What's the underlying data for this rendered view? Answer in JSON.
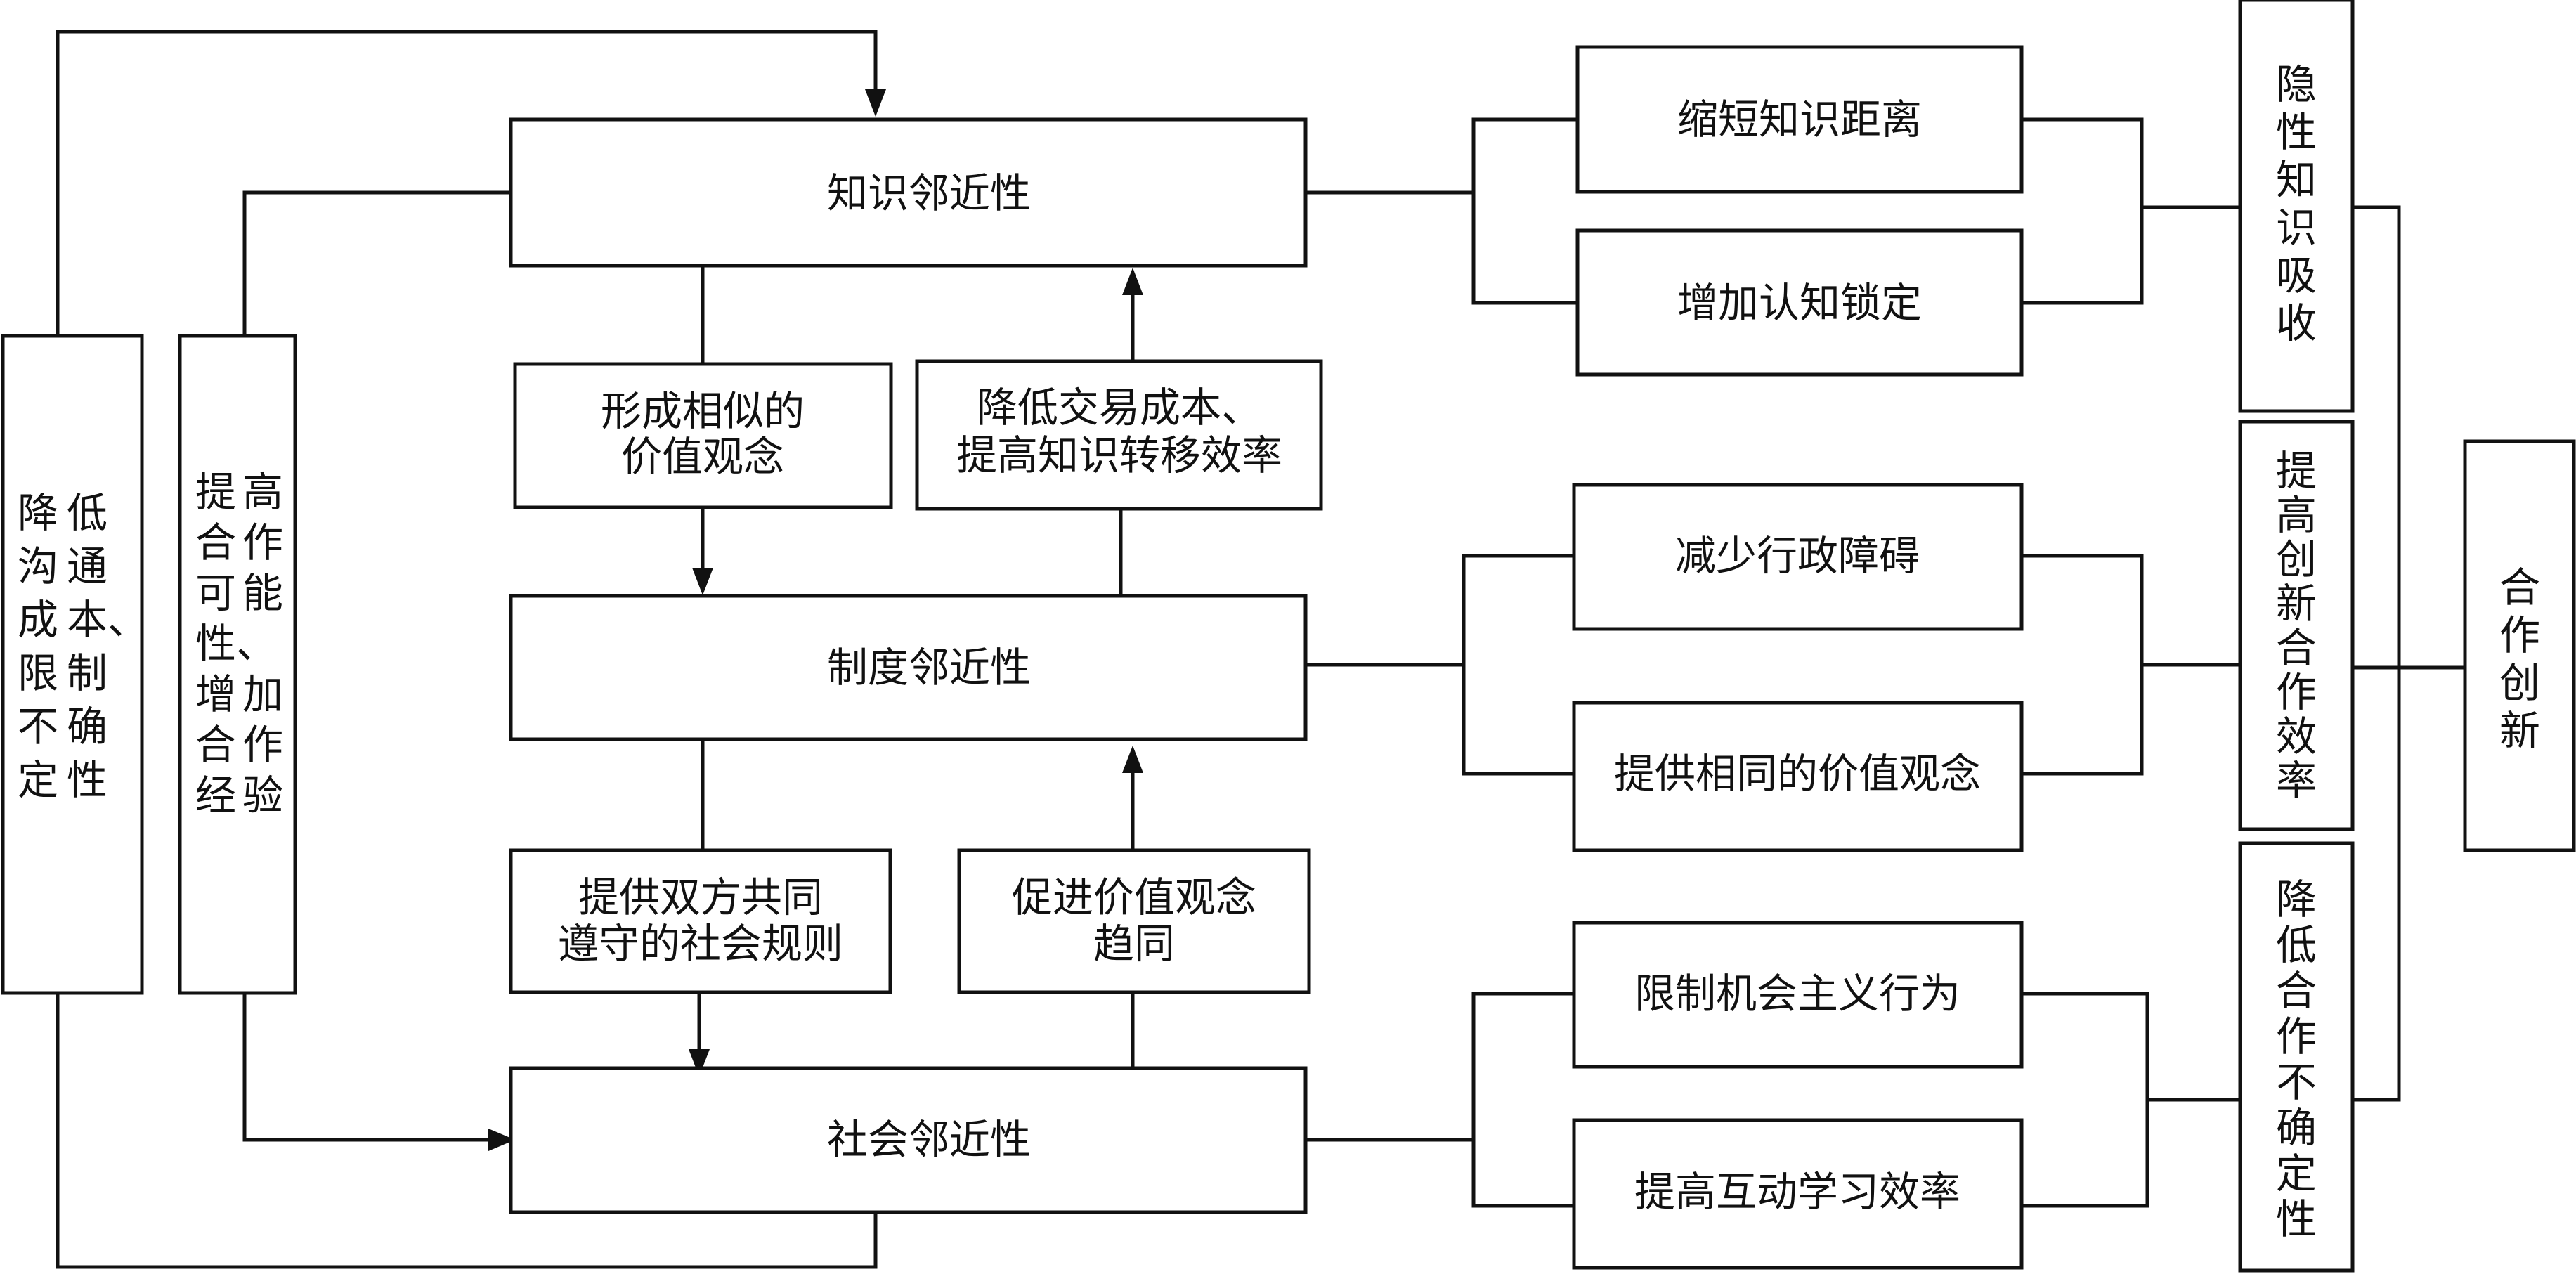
{
  "nodes": {
    "knowledge_proximity": "知识邻近性",
    "institutional_proximity": "制度邻近性",
    "social_proximity": "社会邻近性",
    "similar_values": [
      "形成相似的",
      "价值观念"
    ],
    "reduce_cost": [
      "降低交易成本、",
      "提高知识转移效率"
    ],
    "common_rules": [
      "提供双方共同",
      "遵守的社会规则"
    ],
    "value_convergence": [
      "促进价值观念",
      "趋同"
    ],
    "left_outer": [
      [
        "降",
        "低"
      ],
      [
        "沟",
        "通"
      ],
      [
        "成",
        "本、"
      ],
      [
        "限",
        "制"
      ],
      [
        "不",
        "确"
      ],
      [
        "定",
        "性"
      ]
    ],
    "left_inner": [
      [
        "提",
        "高"
      ],
      [
        "合",
        "作"
      ],
      [
        "可",
        "能"
      ],
      [
        "性、",
        ""
      ],
      [
        "增",
        "加"
      ],
      [
        "合",
        "作"
      ],
      [
        "经",
        "验"
      ]
    ],
    "shorten_distance": "缩短知识距离",
    "cognitive_lock": "增加认知锁定",
    "reduce_barriers": "减少行政障碍",
    "same_values": "提供相同的价值观念",
    "limit_opportunism": "限制机会主义行为",
    "interactive_learning": "提高互动学习效率",
    "tacit_knowledge": [
      "隐",
      "性",
      "知",
      "识",
      "吸",
      "收"
    ],
    "innovation_efficiency": [
      "提",
      "高",
      "创",
      "新",
      "合",
      "作",
      "效",
      "率"
    ],
    "reduce_uncertainty": [
      "降",
      "低",
      "合",
      "作",
      "不",
      "确",
      "定",
      "性"
    ],
    "cooperative_innovation": [
      "合",
      "作",
      "创",
      "新"
    ]
  }
}
